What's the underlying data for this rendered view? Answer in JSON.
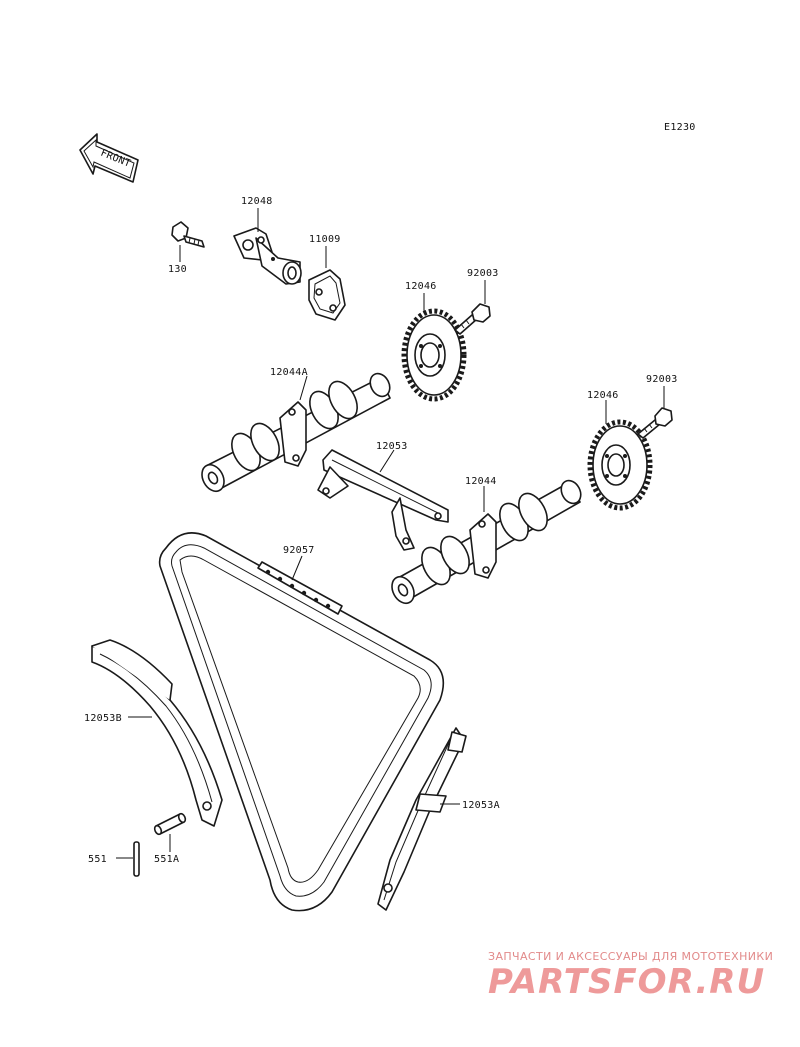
{
  "diagram": {
    "code": "E1230",
    "front_label": "FRONT",
    "parts": [
      {
        "id": "12048",
        "label": "12048"
      },
      {
        "id": "130",
        "label": "130"
      },
      {
        "id": "11009",
        "label": "11009"
      },
      {
        "id": "12046_top",
        "label": "12046"
      },
      {
        "id": "92003_top",
        "label": "92003"
      },
      {
        "id": "12044A",
        "label": "12044A"
      },
      {
        "id": "12053",
        "label": "12053"
      },
      {
        "id": "12046_right",
        "label": "12046"
      },
      {
        "id": "92003_right",
        "label": "92003"
      },
      {
        "id": "12044",
        "label": "12044"
      },
      {
        "id": "92057",
        "label": "92057"
      },
      {
        "id": "12053B",
        "label": "12053B"
      },
      {
        "id": "12053A",
        "label": "12053A"
      },
      {
        "id": "551",
        "label": "551"
      },
      {
        "id": "551A",
        "label": "551A"
      }
    ]
  },
  "watermark": {
    "tagline": "ЗАПЧАСТИ И АКСЕССУАРЫ ДЛЯ МОТОТЕХНИКИ",
    "logo": "PARTSFOR.RU"
  }
}
